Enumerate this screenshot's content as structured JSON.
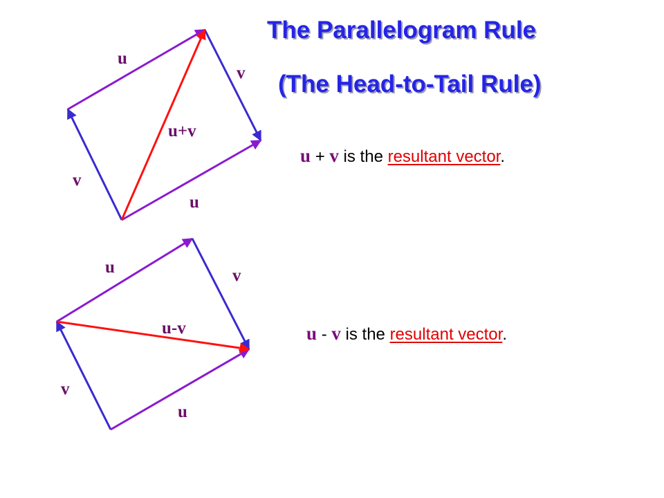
{
  "title": {
    "line1": "The Parallelogram Rule",
    "line2": "(The Head-to-Tail Rule)"
  },
  "statements": {
    "sum": {
      "first": "u",
      "operator": " + ",
      "second": "v",
      "middle": " is the ",
      "emphasis": "resultant vector",
      "end": "."
    },
    "difference": {
      "first": "u",
      "operator": " - ",
      "second": "v",
      "middle": " is the ",
      "emphasis": "resultant vector",
      "end": "."
    }
  },
  "diagram_sum": {
    "labels": {
      "u_top": "u",
      "v_right": "v",
      "resultant": "u+v",
      "v_left": "v",
      "u_bottom": "u"
    }
  },
  "diagram_difference": {
    "labels": {
      "u_top": "u",
      "v_right": "v",
      "resultant": "u-v",
      "v_left": "v",
      "u_bottom": "u"
    }
  },
  "colors": {
    "u_vector": "#8a1ad0",
    "v_vector": "#3a2ad0",
    "resultant": "#ff1010",
    "title": "#2424e6",
    "label": "#6a1068"
  }
}
